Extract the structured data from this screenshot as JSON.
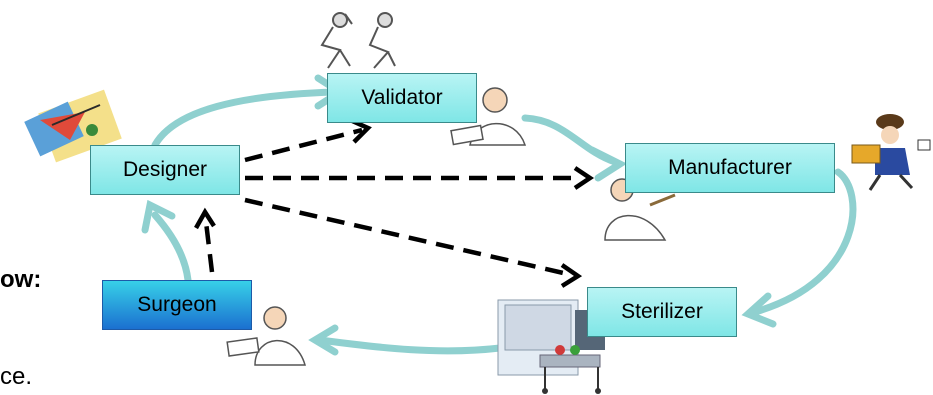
{
  "diagram": {
    "nodes": {
      "designer": "Designer",
      "validator": "Validator",
      "manufacturer": "Manufacturer",
      "sterilizer": "Sterilizer",
      "surgeon": "Surgeon"
    },
    "partial_text": {
      "line1": "ow:",
      "line2": "ce."
    },
    "colors": {
      "flow_arrow": "#8fd0cf",
      "dashed_arrow": "#000000",
      "node_fill": "#a5f0f0",
      "surgeon_fill": "#2a9ee0"
    },
    "edges_solid": [
      "Designer -> Validator",
      "Validator -> Manufacturer",
      "Manufacturer -> Sterilizer",
      "Sterilizer -> Surgeon",
      "Surgeon -> Designer"
    ],
    "edges_dashed": [
      "Designer -> Validator",
      "Designer -> Manufacturer",
      "Designer -> Sterilizer",
      "Surgeon -> Designer"
    ]
  }
}
